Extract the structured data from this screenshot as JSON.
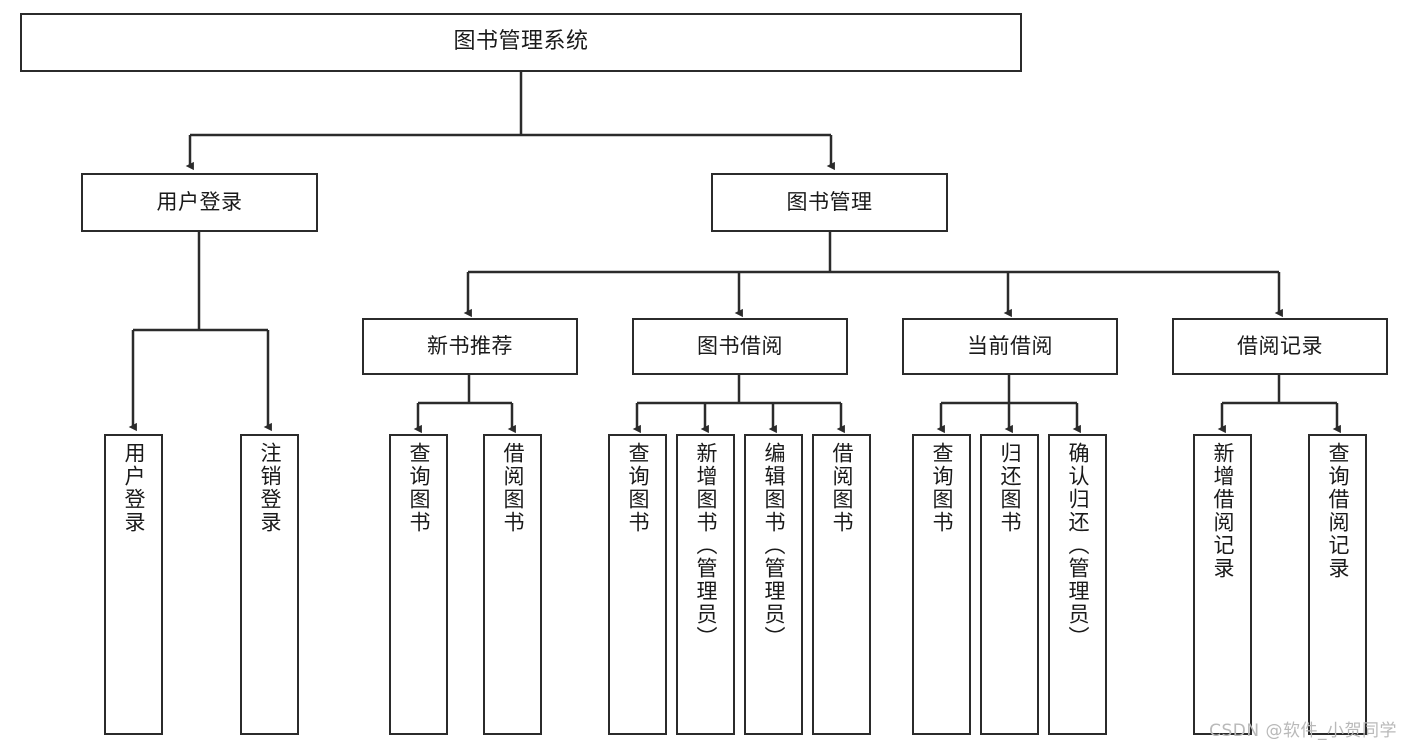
{
  "diagram": {
    "title": "图书管理系统",
    "watermark": "CSDN @软件_小贺同学",
    "colors": {
      "stroke": "#2b2b2b",
      "fill": "#ffffff",
      "text": "#1a1a1a",
      "watermark": "#b9b9b9"
    },
    "root": {
      "label": "图书管理系统"
    },
    "level2": [
      {
        "label": "用户登录"
      },
      {
        "label": "图书管理"
      }
    ],
    "level3": [
      {
        "label": "新书推荐"
      },
      {
        "label": "图书借阅"
      },
      {
        "label": "当前借阅"
      },
      {
        "label": "借阅记录"
      }
    ],
    "leaves": {
      "user_login": [
        {
          "label": "用户登录"
        },
        {
          "label": "注销登录"
        }
      ],
      "new_book_recommend": [
        {
          "label": "查询图书"
        },
        {
          "label": "借阅图书"
        }
      ],
      "book_borrow": [
        {
          "label": "查询图书"
        },
        {
          "label": "新增图书（管理员）"
        },
        {
          "label": "编辑图书（管理员）"
        },
        {
          "label": "借阅图书"
        }
      ],
      "current_borrow": [
        {
          "label": "查询图书"
        },
        {
          "label": "归还图书"
        },
        {
          "label": "确认归还（管理员）"
        }
      ],
      "borrow_records": [
        {
          "label": "新增借阅记录"
        },
        {
          "label": "查询借阅记录"
        }
      ]
    }
  }
}
